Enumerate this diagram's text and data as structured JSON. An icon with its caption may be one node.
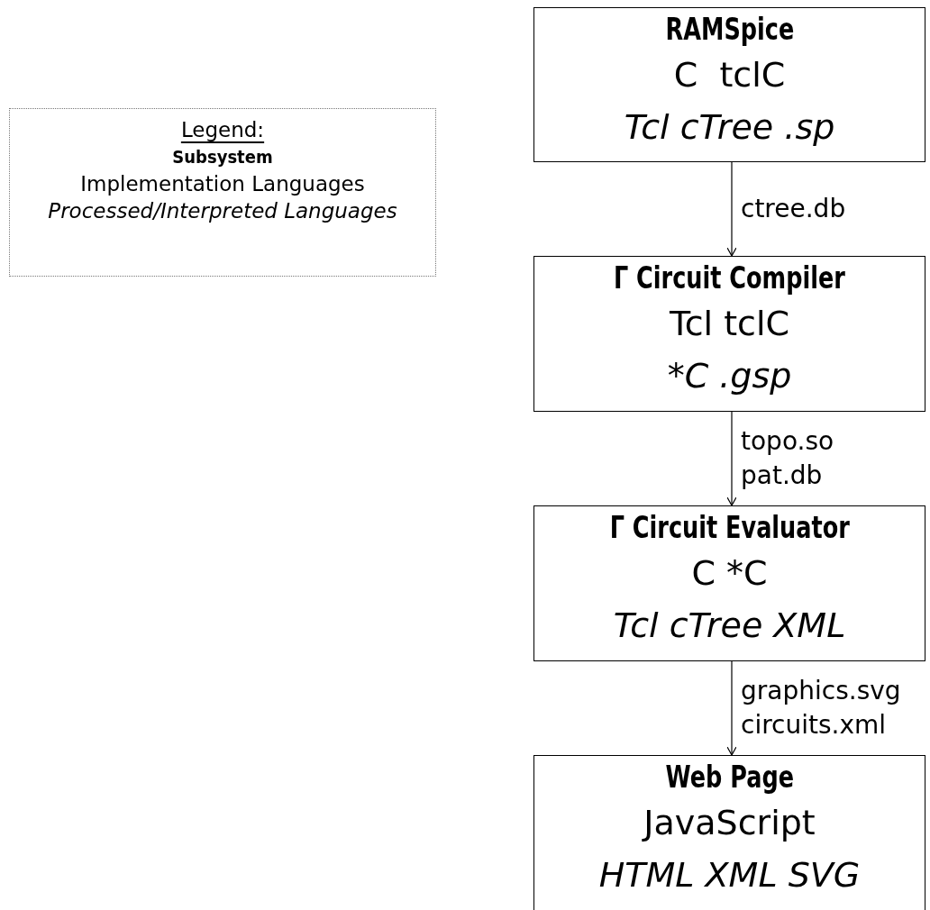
{
  "diagram": {
    "nodes": [
      {
        "text": [
          "RAMSpice",
          "C  tclC",
          "Tcl cTree .sp"
        ]
      },
      {
        "text": [
          "Γ Circuit Compiler",
          "Tcl tclC",
          "*C .gsp"
        ]
      },
      {
        "text": [
          "Γ Circuit Evaluator",
          "C *C",
          "Tcl cTree XML"
        ]
      },
      {
        "text": [
          "Web Page",
          "JavaScript",
          "HTML XML SVG"
        ]
      }
    ],
    "edges": [
      {
        "from": 0,
        "to": 1,
        "arrow": "to",
        "label": "ctree.db"
      },
      {
        "from": 1,
        "to": 2,
        "arrow": "to",
        "label": "topo.so pat.db"
      },
      {
        "from": 2,
        "to": 3,
        "arrow": "to",
        "label": "graphics.svg circuits.xml"
      }
    ],
    "labels": [
      "Legend:"
    ],
    "legend": [
      {
        "text": "Subsystem"
      },
      {
        "text": "Implementation Languages"
      },
      {
        "text": "Processed/Interpreted Languages"
      }
    ]
  }
}
